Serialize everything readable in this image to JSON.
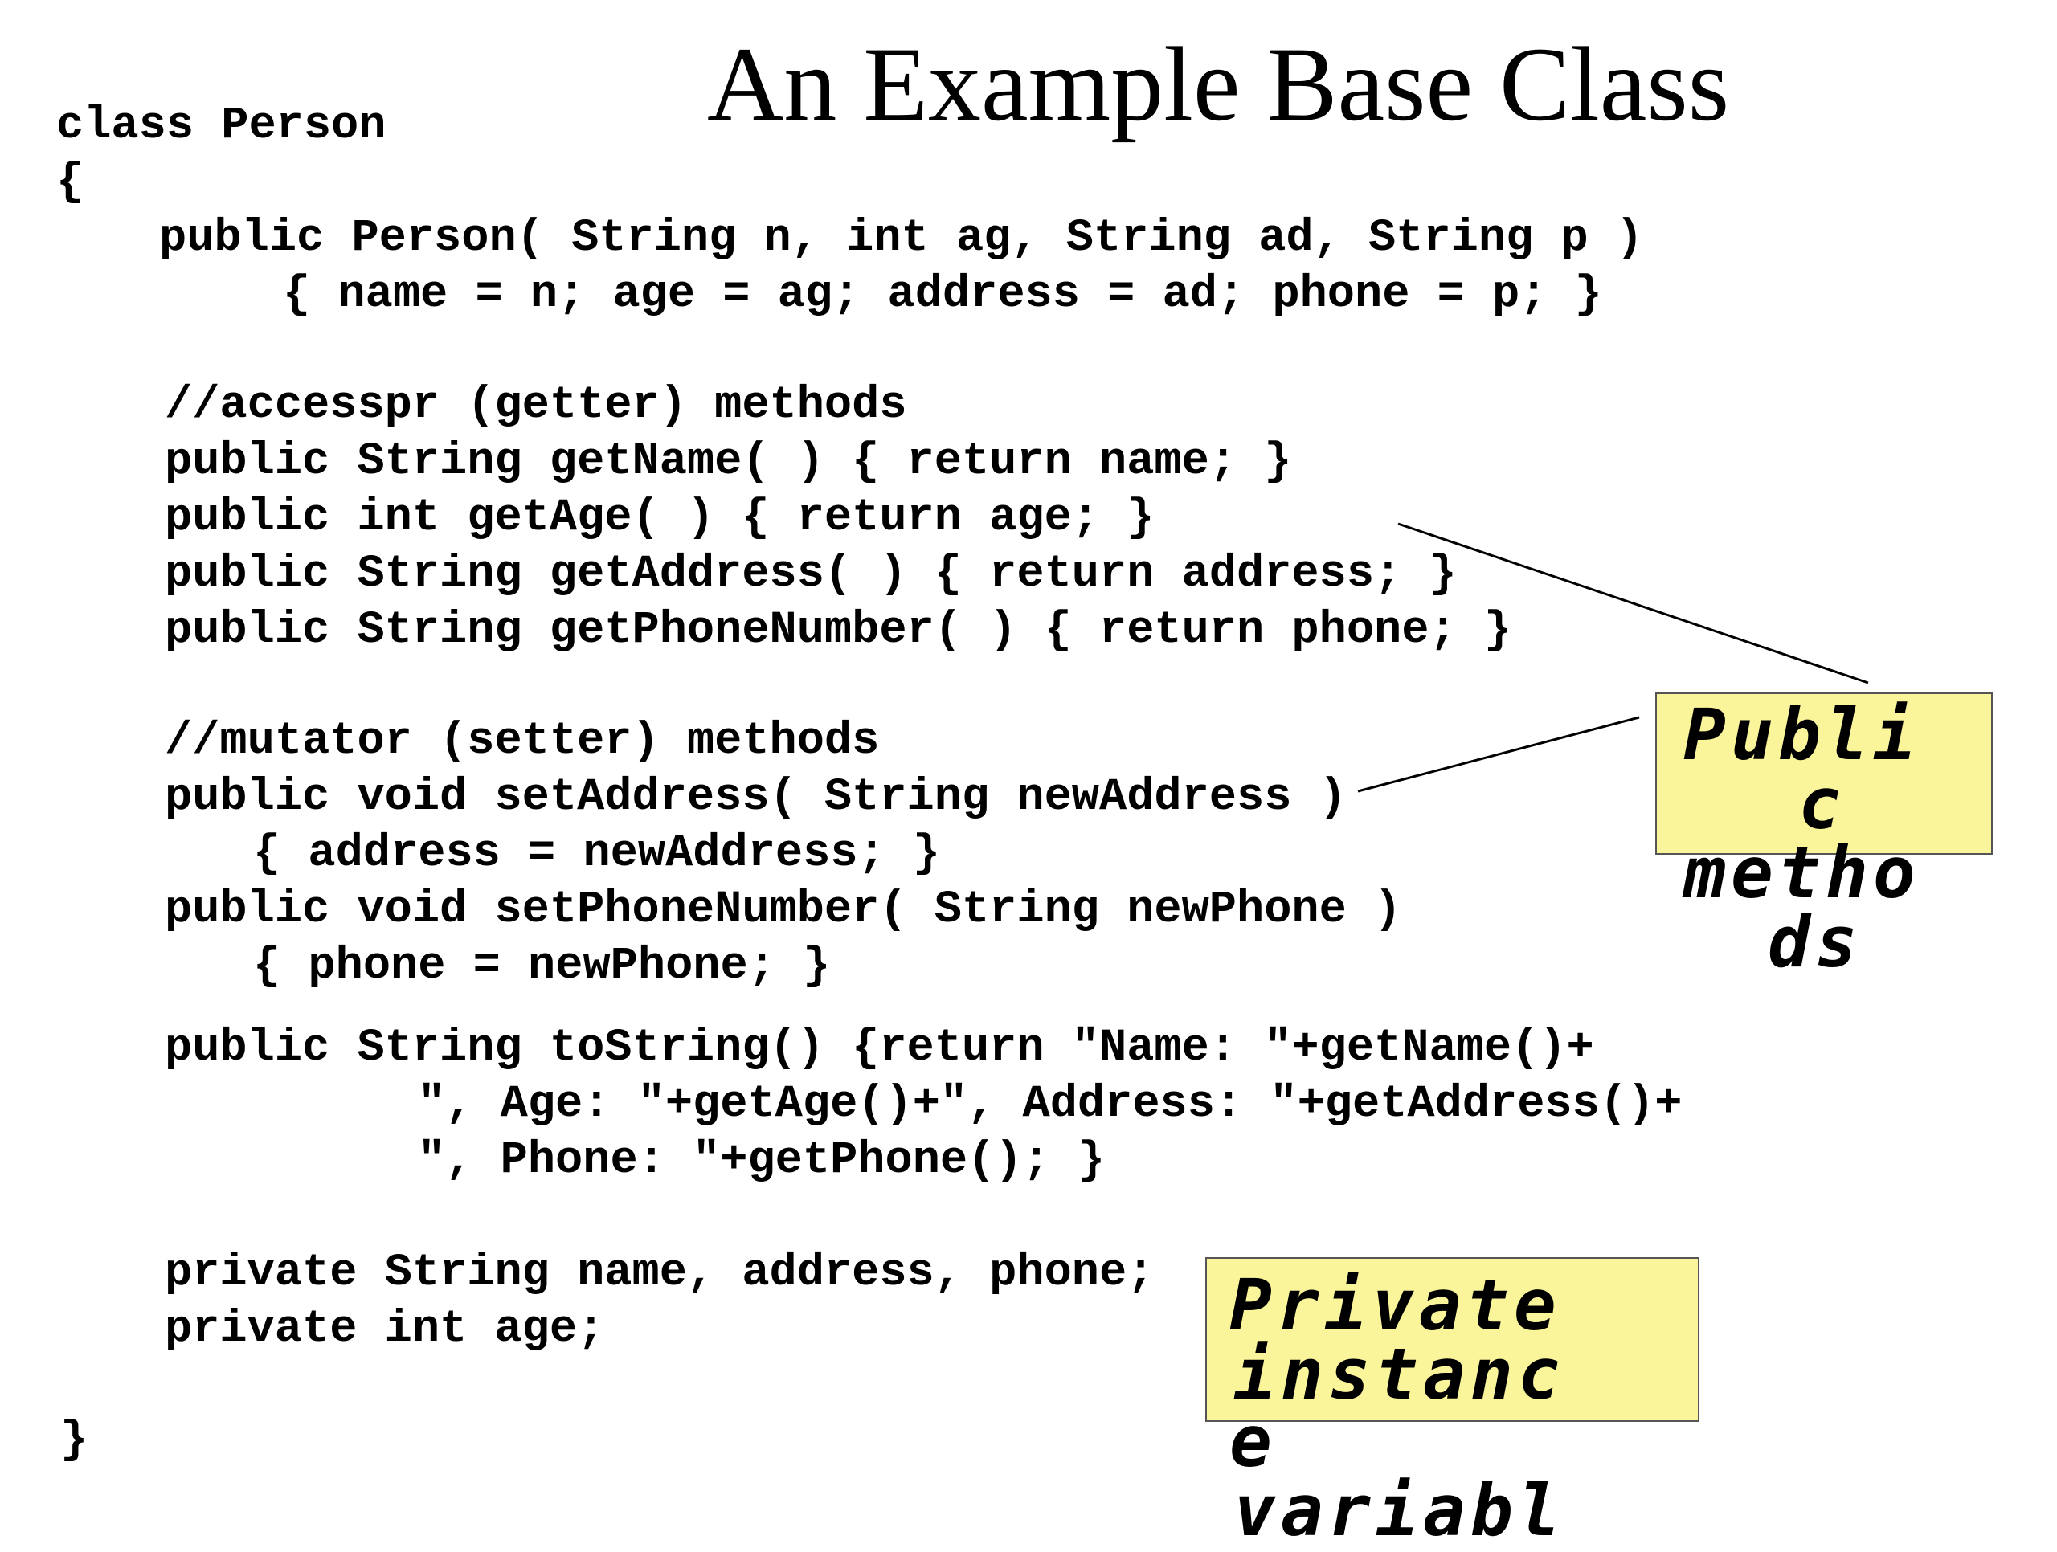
{
  "slide": {
    "title": "An Example Base Class",
    "code": [
      "class Person",
      "{",
      "public Person( String n, int ag, String ad, String p )",
      "{ name = n; age = ag; address = ad; phone = p; }",
      "//accesspr (getter) methods",
      "public String getName( ) { return name; }",
      "public int getAge( ) { return age; }",
      "public String getAddress( ) { return address; }",
      "public String getPhoneNumber( ) { return phone; }",
      "//mutator (setter) methods",
      "public void setAddress( String newAddress )",
      "{ address = newAddress; }",
      "public void setPhoneNumber( String newPhone )",
      "{ phone = newPhone; }",
      "public String toString() {return \"Name: \"+getName()+",
      "\", Age: \"+getAge()+\", Address: \"+getAddress()+",
      "\", Phone: \"+getPhone(); }",
      "private String name, address, phone;",
      "private int age;",
      "}"
    ],
    "callouts": {
      "public_methods": [
        "Publi",
        "c",
        "metho",
        "ds"
      ],
      "private_vars": [
        "Private",
        "instanc",
        "e",
        "variabl"
      ]
    },
    "colors": {
      "callout_fill": "#faf59b",
      "text": "#000000"
    }
  }
}
